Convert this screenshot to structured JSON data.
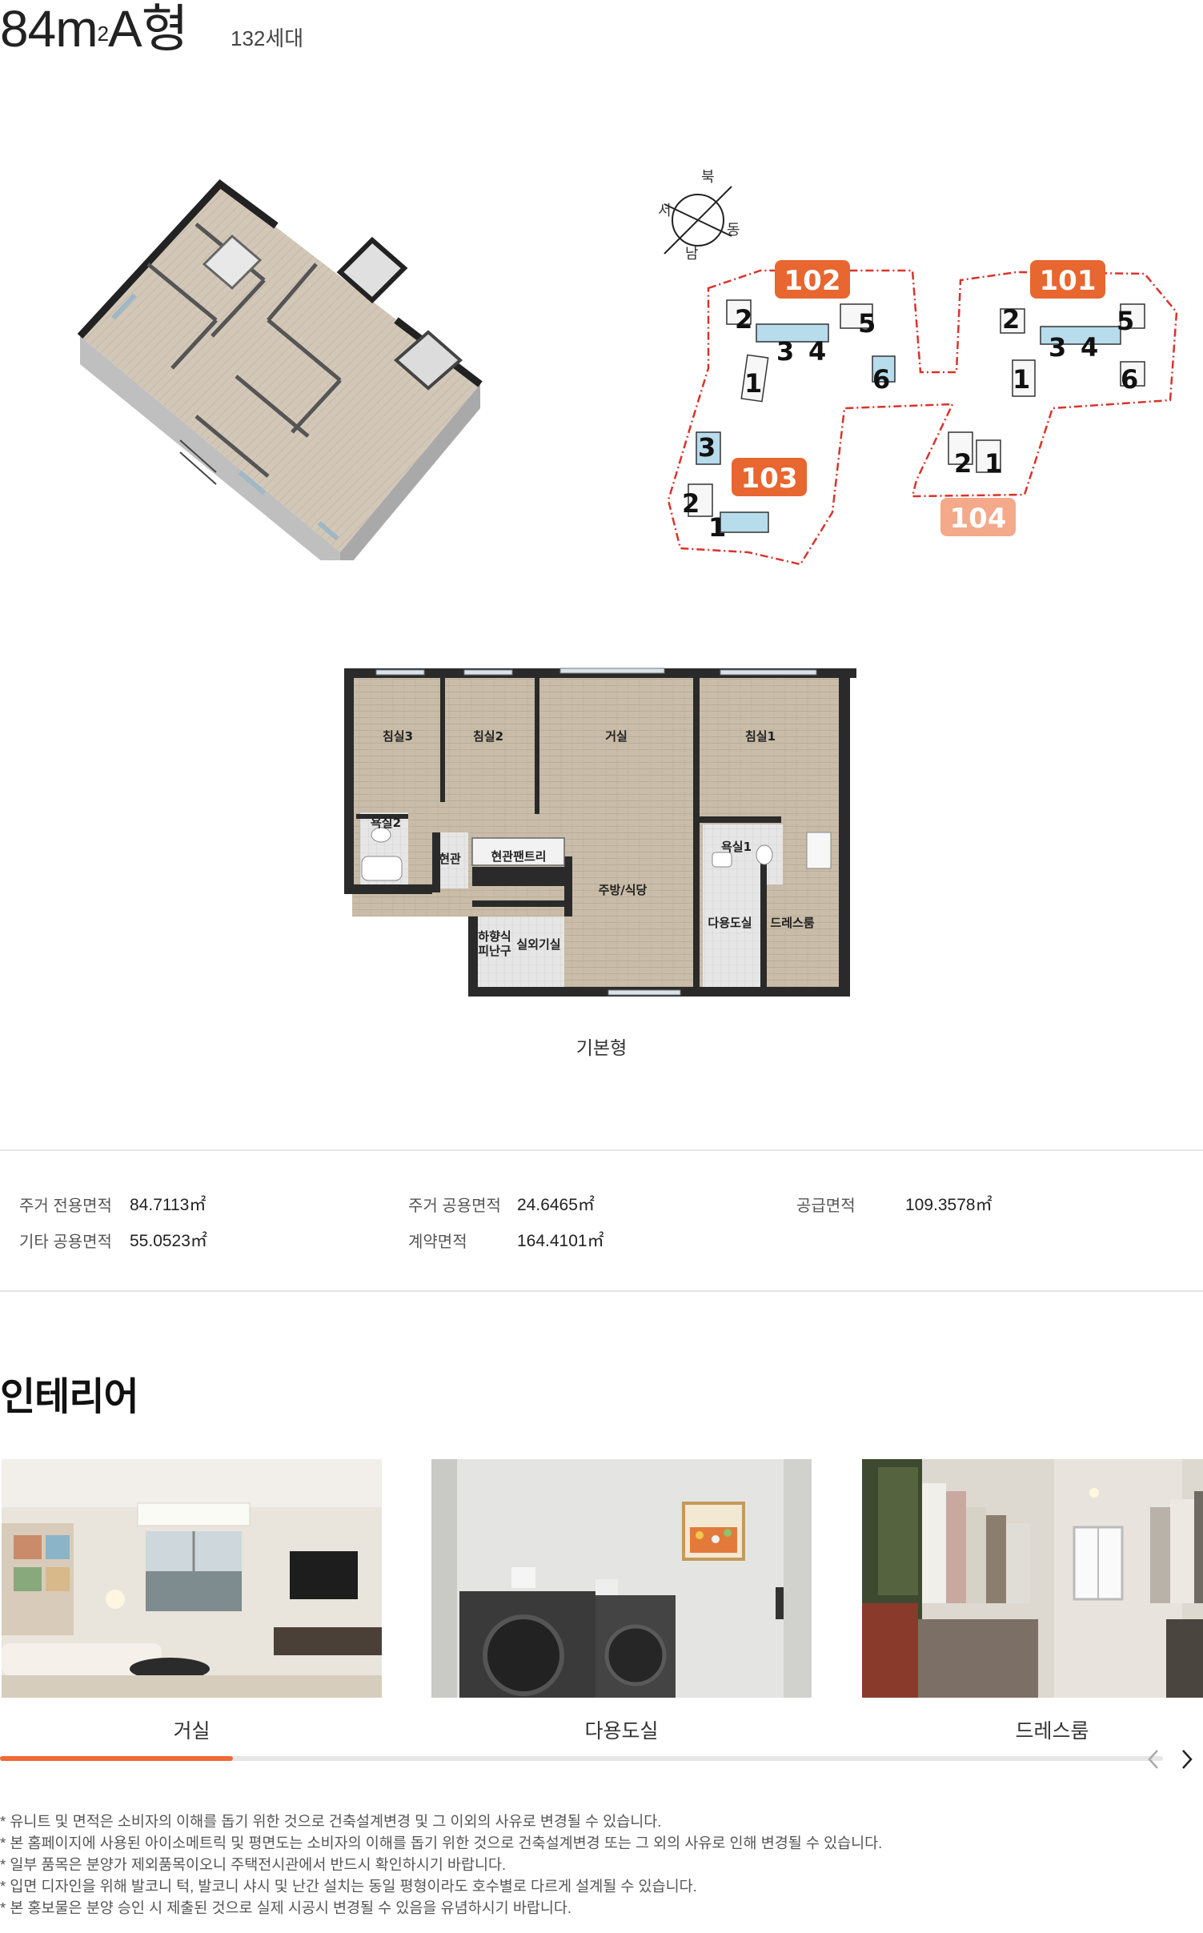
{
  "header": {
    "type_prefix": "84m",
    "type_sup": "2",
    "type_suffix": "A형",
    "households": "132세대"
  },
  "compass": {
    "north": "북",
    "south": "남",
    "east": "동",
    "west": "서"
  },
  "sitemap": {
    "blocks": [
      {
        "id": "102",
        "color": "#e8662f"
      },
      {
        "id": "101",
        "color": "#e8662f"
      },
      {
        "id": "103",
        "color": "#e8662f"
      },
      {
        "id": "104",
        "color": "#f3a98a"
      }
    ],
    "line_numbers": [
      "1",
      "2",
      "3",
      "4",
      "5",
      "6"
    ]
  },
  "floorplan": {
    "rooms": {
      "bed3": "침실3",
      "bed2": "침실2",
      "living": "거실",
      "bed1": "침실1",
      "bath2": "욕실2",
      "entrance": "현관",
      "pantry": "현관팬트리",
      "bath1": "욕실1",
      "kitchen": "주방/식당",
      "utility": "다용도실",
      "dress": "드레스룸",
      "escape_1": "하향식",
      "escape_2": "피난구",
      "outdoor_unit": "실외기실"
    },
    "caption": "기본형"
  },
  "areas": {
    "row1": [
      {
        "label": "주거 전용면적",
        "value": "84.7113㎡"
      },
      {
        "label": "주거 공용면적",
        "value": "24.6465㎡"
      },
      {
        "label": "공급면적",
        "value": "109.3578㎡"
      }
    ],
    "row2": [
      {
        "label": "기타 공용면적",
        "value": "55.0523㎡"
      },
      {
        "label": "계약면적",
        "value": "164.4101㎡"
      }
    ]
  },
  "interior": {
    "title": "인테리어",
    "photos": [
      {
        "caption": "거실"
      },
      {
        "caption": "다용도실"
      },
      {
        "caption": "드레스룸"
      }
    ],
    "progress_fraction": 0.2
  },
  "notes": [
    "* 유니트 및 면적은 소비자의 이해를 돕기 위한 것으로 건축설계변경 및 그 이외의 사유로 변경될 수 있습니다.",
    "* 본 홈페이지에 사용된 아이소메트릭 및 평면도는 소비자의 이해를 돕기 위한 것으로 건축설계변경 또는 그 외의 사유로 인해 변경될 수 있습니다.",
    "* 일부 품목은 분양가 제외품목이오니 주택전시관에서 반드시 확인하시기 바랍니다.",
    "* 입면 디자인을 위해 발코니 턱, 발코니 샤시 및 난간 설치는 동일 평형이라도 호수별로 다르게 설계될 수 있습니다.",
    "* 본 홍보물은 분양 승인 시 제출된 것으로 실제 시공시 변경될 수 있음을 유념하시기 바랍니다."
  ],
  "colors": {
    "accent": "#f06a35",
    "wall": "#2a2a2a",
    "floor": "#cbbfae"
  }
}
